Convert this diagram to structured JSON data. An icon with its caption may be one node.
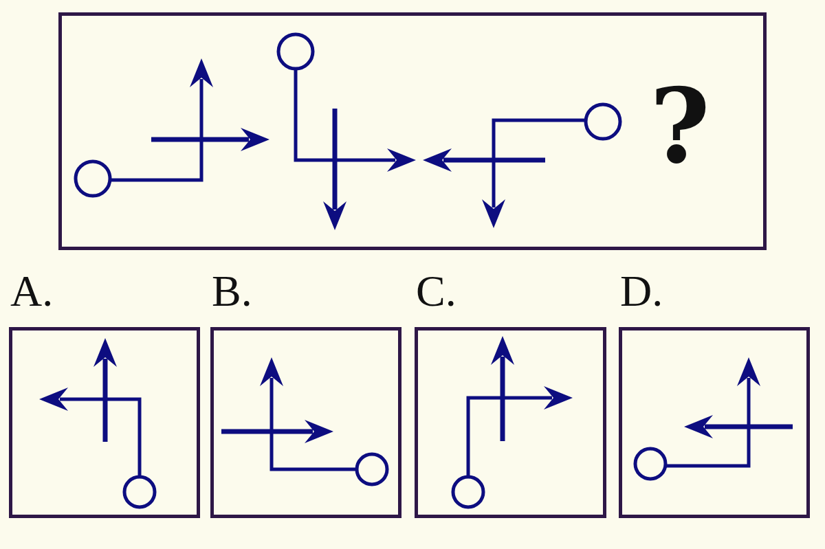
{
  "diagram": {
    "nodes": [
      {
        "text": [
          "?"
        ]
      },
      {
        "text": [
          "A."
        ]
      },
      {
        "text": [
          "B."
        ]
      },
      {
        "text": [
          "C."
        ]
      },
      {
        "text": [
          "D."
        ]
      }
    ]
  }
}
